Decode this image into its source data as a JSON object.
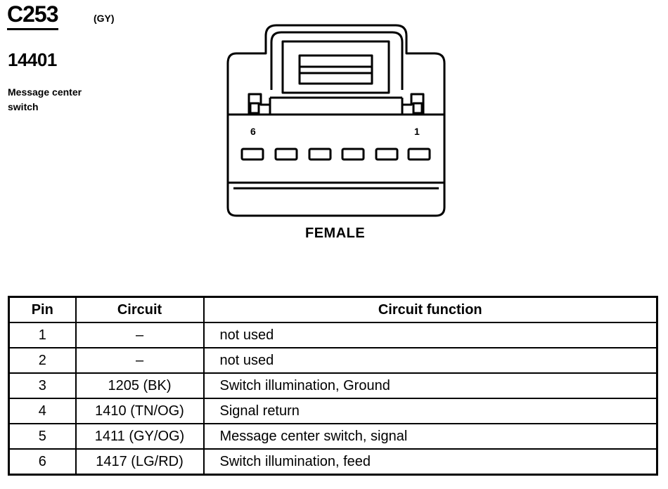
{
  "connector": {
    "id": "C253",
    "color_code": "(GY)",
    "part_number": "14401",
    "description_line1": "Message center",
    "description_line2": "switch",
    "gender": "FEMALE",
    "pin_label_left": "6",
    "pin_label_right": "1"
  },
  "table": {
    "headers": [
      "Pin",
      "Circuit",
      "Circuit function"
    ],
    "rows": [
      [
        "1",
        "–",
        "not used"
      ],
      [
        "2",
        "–",
        "not used"
      ],
      [
        "3",
        "1205 (BK)",
        "Switch illumination, Ground"
      ],
      [
        "4",
        "1410 (TN/OG)",
        "Signal return"
      ],
      [
        "5",
        "1411 (GY/OG)",
        "Message center switch, signal"
      ],
      [
        "6",
        "1417 (LG/RD)",
        "Switch illumination, feed"
      ]
    ]
  }
}
